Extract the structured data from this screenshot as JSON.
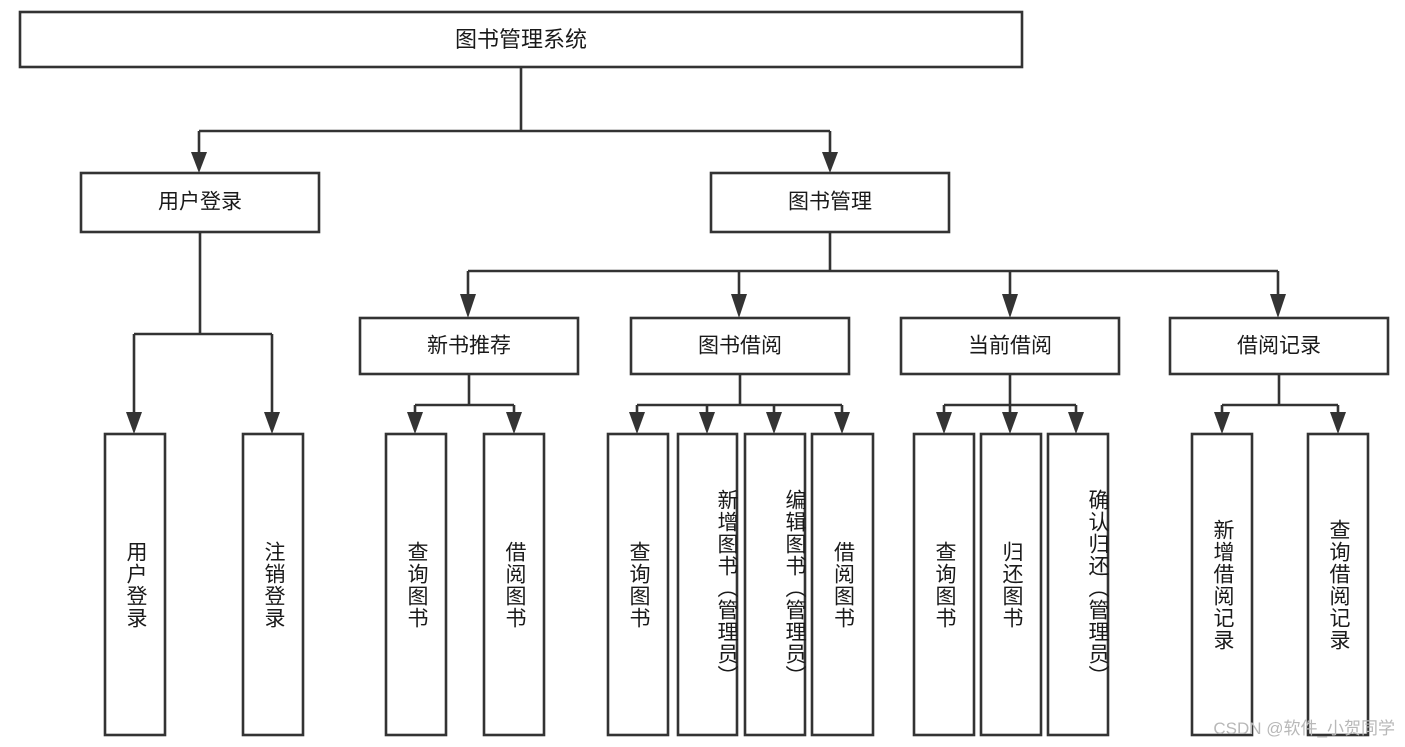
{
  "diagram": {
    "type": "tree",
    "title": "图书管理系统",
    "background_color": "#ffffff",
    "line_color": "#333333",
    "box_fill": "#ffffff",
    "text_color": "#1a1a1a",
    "root": {
      "label": "图书管理系统",
      "level": 0
    },
    "level1": [
      {
        "label": "用户登录"
      },
      {
        "label": "图书管理"
      }
    ],
    "level2": [
      {
        "label": "新书推荐",
        "parent": "图书管理"
      },
      {
        "label": "图书借阅",
        "parent": "图书管理"
      },
      {
        "label": "当前借阅",
        "parent": "图书管理"
      },
      {
        "label": "借阅记录",
        "parent": "图书管理"
      }
    ],
    "leaves": {
      "user_login": [
        {
          "label": "用户登录"
        },
        {
          "label": "注销登录"
        }
      ],
      "new_book_recommend": [
        {
          "label": "查询图书"
        },
        {
          "label": "借阅图书"
        }
      ],
      "book_borrow": [
        {
          "label": "查询图书"
        },
        {
          "label": "新增图书（管理员）"
        },
        {
          "label": "编辑图书（管理员）"
        },
        {
          "label": "借阅图书"
        }
      ],
      "current_borrow": [
        {
          "label": "查询图书"
        },
        {
          "label": "归还图书"
        },
        {
          "label": "确认归还（管理员）"
        }
      ],
      "borrow_record": [
        {
          "label": "新增借阅记录"
        },
        {
          "label": "查询借阅记录"
        }
      ]
    }
  },
  "watermark": {
    "text": "CSDN @软件_小贺同学",
    "color": "#b8b8b8"
  }
}
